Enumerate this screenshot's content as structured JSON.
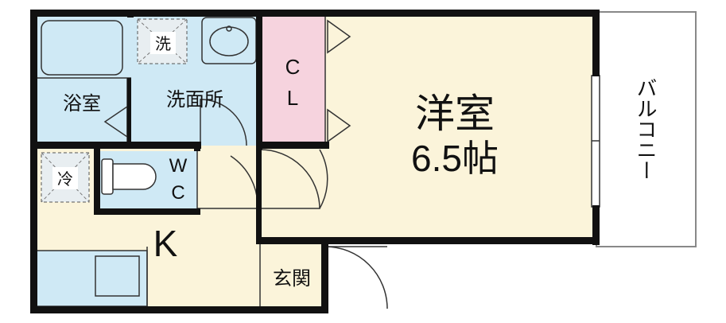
{
  "rooms": {
    "bath": "浴室",
    "washroom": "洗面所",
    "washer": "洗",
    "closet_c": "C",
    "closet_l": "L",
    "western_room": "洋室",
    "western_size": "6.5帖",
    "balcony": "バルコニー",
    "fridge": "冷",
    "wc_w": "W",
    "wc_c": "C",
    "kitchen": "K",
    "entrance": "玄関"
  },
  "colors": {
    "wall": "#111111",
    "bath_fill": "#cfe9f5",
    "closet_fill": "#f6d3de",
    "room_fill": "#fbf4da",
    "balcony_fill": "#ffffff"
  }
}
